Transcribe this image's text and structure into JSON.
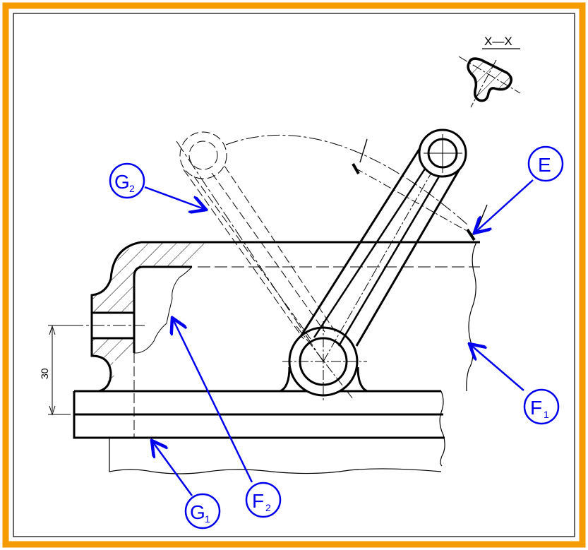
{
  "figure": {
    "section_title": "X—X",
    "dimension_value": "30",
    "labels": {
      "E": {
        "main": "E",
        "sub": ""
      },
      "F1": {
        "main": "F",
        "sub": "1"
      },
      "F2": {
        "main": "F",
        "sub": "2"
      },
      "G1": {
        "main": "G",
        "sub": "1"
      },
      "G2": {
        "main": "G",
        "sub": "2"
      }
    }
  },
  "colors": {
    "frame": "#f59a00",
    "annotation": "#0000ee",
    "line": "#000000"
  }
}
